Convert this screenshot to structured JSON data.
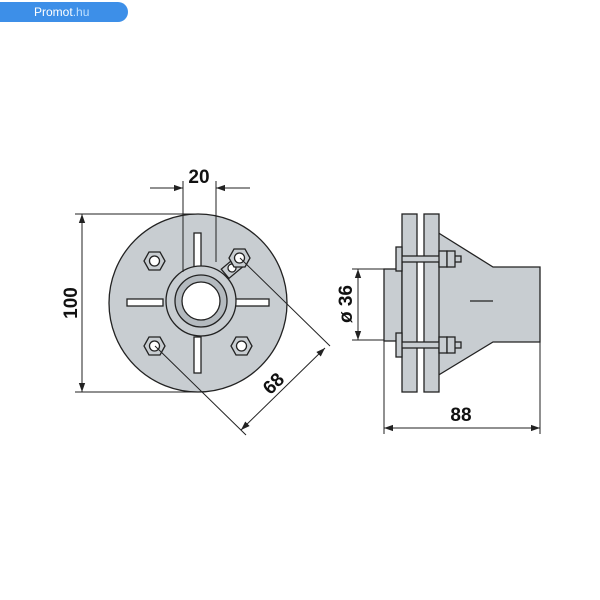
{
  "watermark": {
    "brand": "Promot",
    "tld": ".hu"
  },
  "dimensions": {
    "flange_bolt_offset": "20",
    "height": "100",
    "bolt_circle": "68",
    "bore_diameter": "ø 36",
    "length": "88"
  },
  "colors": {
    "part_fill": "#c8cdd1",
    "outline": "#222222",
    "badge": "#3d8fe8"
  }
}
